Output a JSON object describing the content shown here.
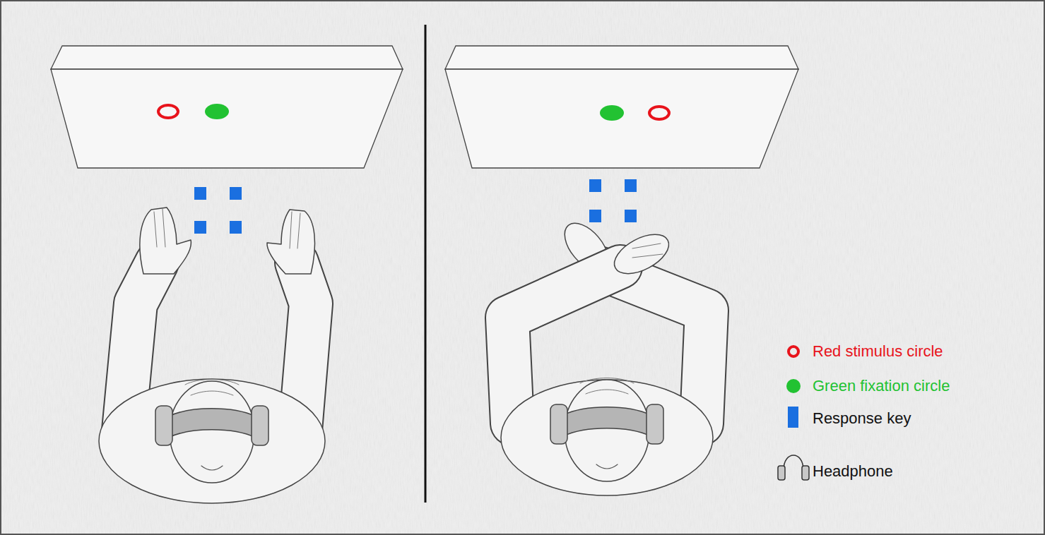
{
  "diagram": {
    "legend": [
      {
        "text": "Red stimulus circle",
        "color": "#e8131b"
      },
      {
        "text": "Green fixation circle",
        "color": "#22c232"
      },
      {
        "text": "Response key",
        "color": "#1a6fe0"
      },
      {
        "text": "Headphone"
      }
    ]
  }
}
